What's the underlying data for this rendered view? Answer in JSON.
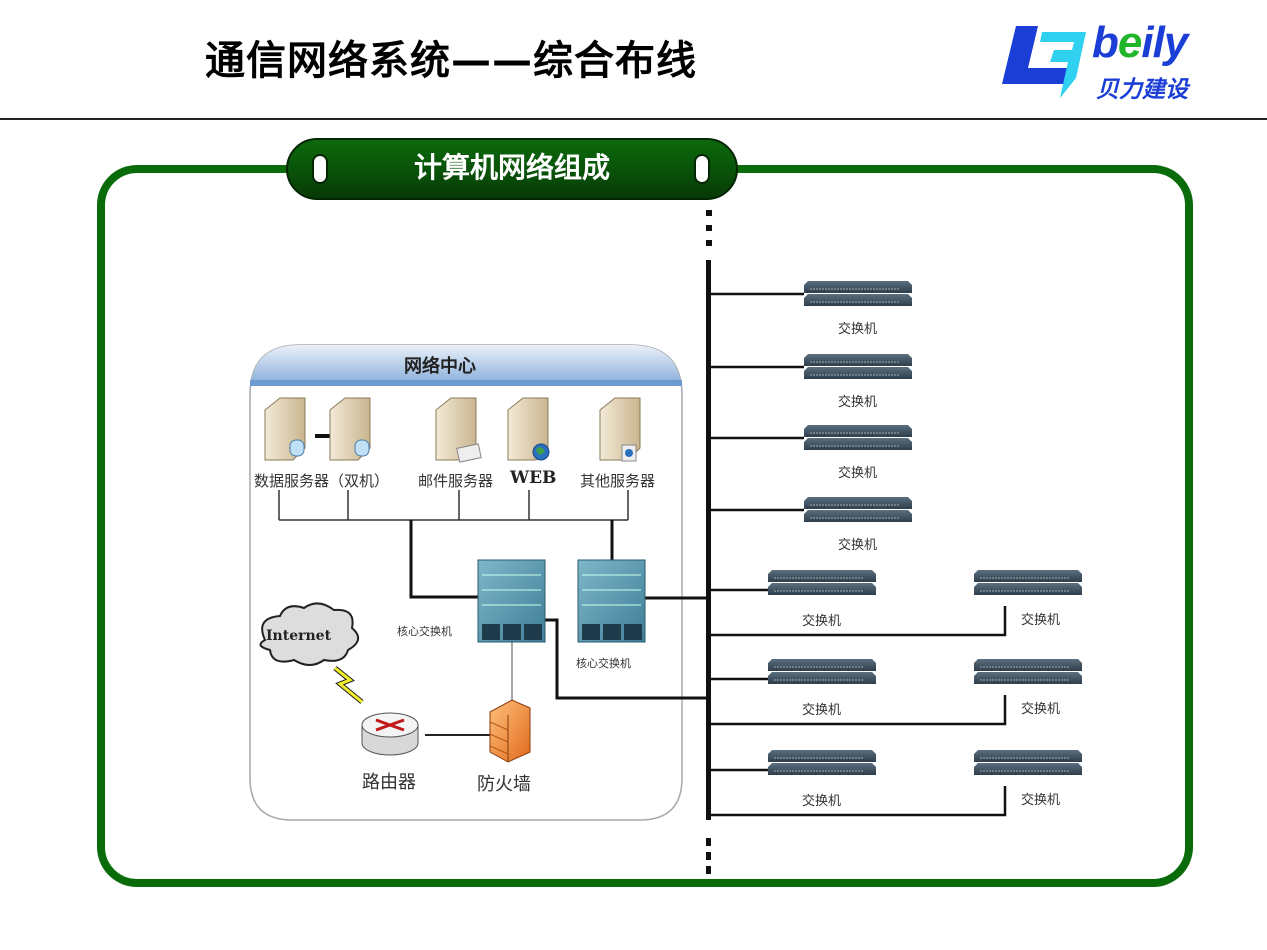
{
  "header": {
    "title": "通信网络系统——综合布线",
    "logo": {
      "brand": "beily",
      "brand_accent_letter": "e",
      "brand_cn": "贝力建设",
      "colors": {
        "primary": "#1b3fd6",
        "accent": "#20b52a",
        "secondary": "#2fd0f0"
      }
    }
  },
  "panel": {
    "title": "计算机网络组成",
    "frame_color": "#0a6b0a"
  },
  "network_center": {
    "title": "网络中心",
    "servers": [
      {
        "label": "数据服务器（双机）",
        "icon": "database-server-icon",
        "count": 2
      },
      {
        "label": "邮件服务器",
        "icon": "mail-server-icon"
      },
      {
        "label": "WEB",
        "icon": "web-server-icon"
      },
      {
        "label": "其他服务器",
        "icon": "other-server-icon"
      }
    ],
    "core_switches": [
      {
        "label": "核心交换机"
      },
      {
        "label": "核心交换机"
      }
    ],
    "internet": {
      "label": "Internet"
    },
    "router": {
      "label": "路由器"
    },
    "firewall": {
      "label": "防火墙"
    }
  },
  "access_switches": {
    "label": "交换机",
    "single_rows": 4,
    "double_rows": 3
  }
}
